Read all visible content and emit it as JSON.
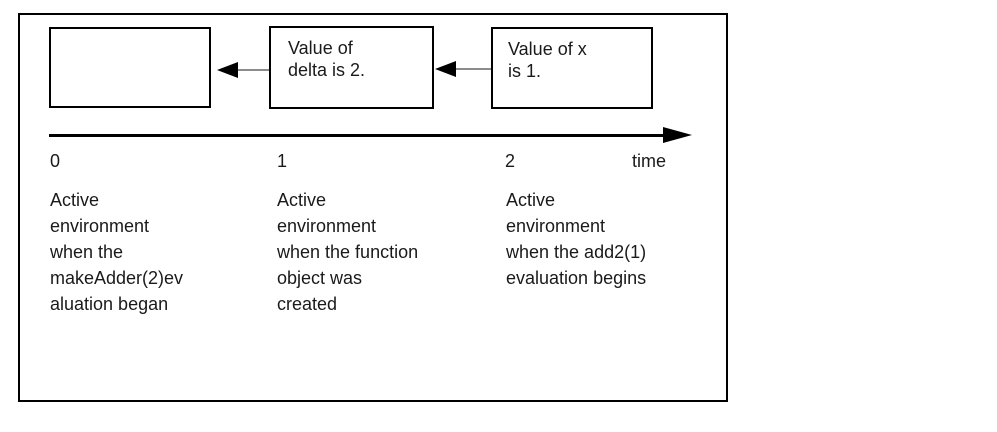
{
  "figure": {
    "boxes": [
      {
        "label": ""
      },
      {
        "label": "Value of\ndelta is 2."
      },
      {
        "label": "Value of x\nis 1."
      }
    ],
    "timeline": {
      "ticks": [
        "0",
        "1",
        "2"
      ],
      "axis_label": "time"
    },
    "captions": [
      "Active\nenvironment\nwhen the\nmakeAdder(2)ev\naluation began",
      "Active\nenvironment\nwhen the function\nobject was\ncreated",
      "Active\nenvironment\nwhen the add2(1)\nevaluation begins"
    ],
    "colors": {
      "border": "#000000",
      "arrow_shaft": "#8c8c8c",
      "text": "#1a1a1a",
      "background": "#ffffff"
    }
  }
}
